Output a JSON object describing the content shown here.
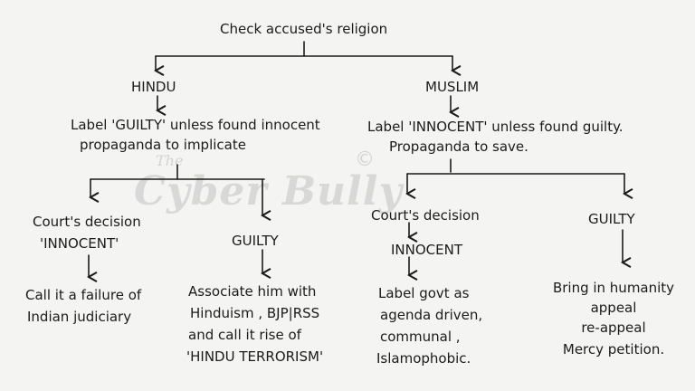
{
  "root": "Check accused's religion",
  "hindu": {
    "label": "HINDU",
    "rule": [
      "Label 'GUILTY' unless found innocent",
      "propaganda to implicate"
    ],
    "innocent": {
      "decision": "Court's decision",
      "verdict": "'INNOCENT'",
      "outcome": [
        "Call it a failure of",
        "Indian judiciary"
      ]
    },
    "guilty": {
      "verdict": "GUILTY",
      "outcome": [
        "Associate him with",
        "Hinduism , BJP|RSS",
        "and call it rise of",
        "'HINDU TERRORISM'"
      ]
    }
  },
  "muslim": {
    "label": "MUSLIM",
    "rule": [
      "Label 'INNOCENT' unless found guilty.",
      "Propaganda to save."
    ],
    "innocent": {
      "decision": "Court's decision",
      "verdict": "INNOCENT",
      "outcome": [
        "Label govt as",
        "agenda driven,",
        "communal ,",
        "Islamophobic."
      ]
    },
    "guilty": {
      "verdict": "GUILTY",
      "outcome": [
        "Bring in humanity",
        "appeal",
        "re-appeal",
        "Mercy petition."
      ]
    }
  },
  "watermark": {
    "small": "The",
    "big": "Cyber Bully",
    "mark": "©"
  }
}
